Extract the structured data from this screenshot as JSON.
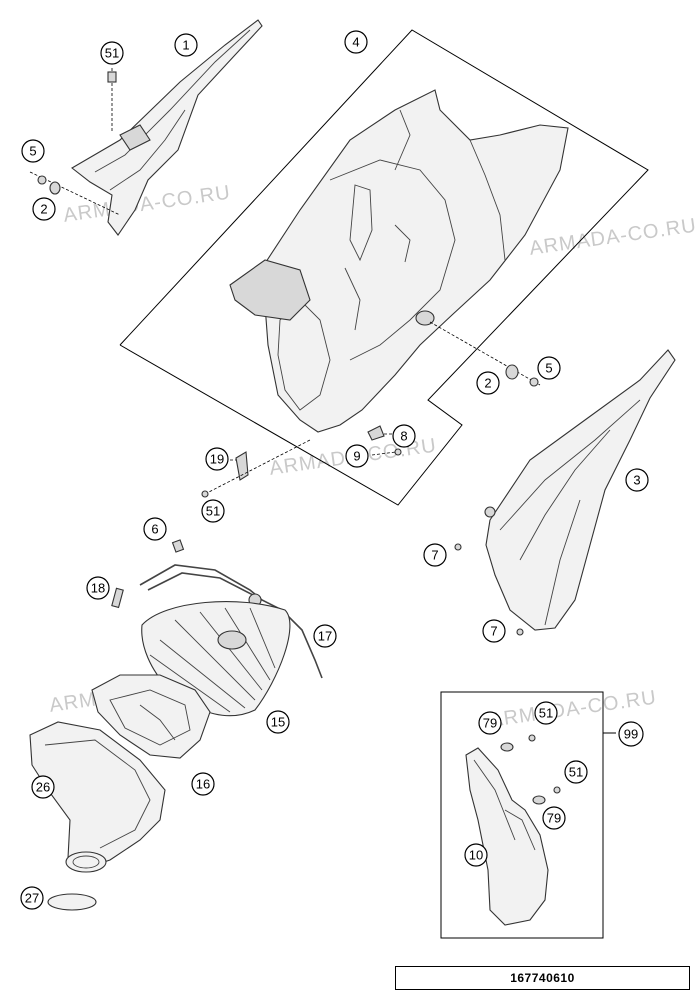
{
  "watermark": {
    "text": "ARMADA-CO.RU"
  },
  "drawing_number": "167740610",
  "callouts": {
    "c1": "1",
    "c2a": "2",
    "c2b": "2",
    "c3": "3",
    "c4": "4",
    "c5a": "5",
    "c5b": "5",
    "c6": "6",
    "c7a": "7",
    "c7b": "7",
    "c8": "8",
    "c9": "9",
    "c10": "10",
    "c15": "15",
    "c16": "16",
    "c17": "17",
    "c18": "18",
    "c19": "19",
    "c26": "26",
    "c27": "27",
    "c51a": "51",
    "c51b": "51",
    "c51c": "51",
    "c51d": "51",
    "c79a": "79",
    "c79b": "79",
    "c99": "99"
  }
}
